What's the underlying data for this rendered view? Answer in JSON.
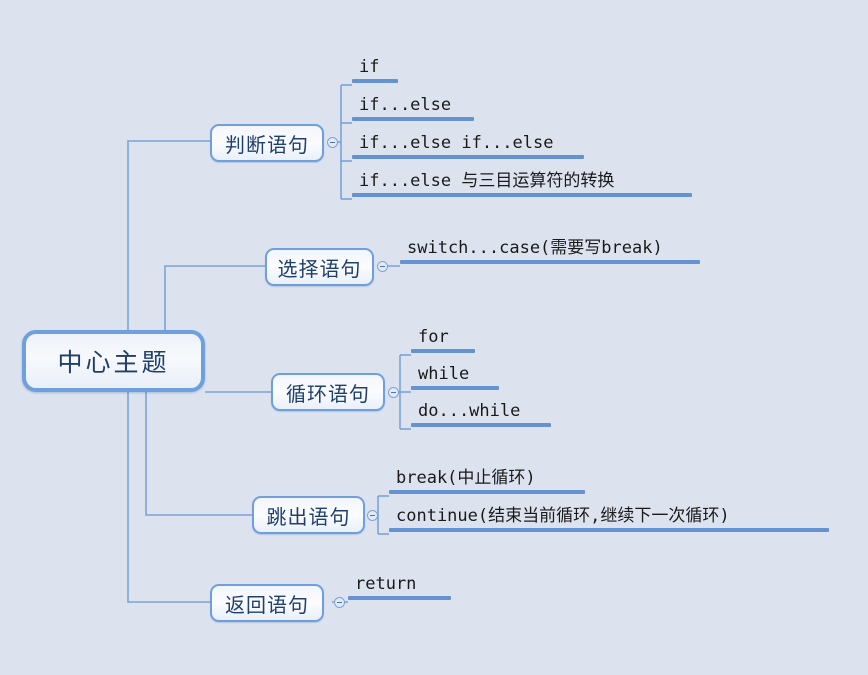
{
  "diagram": {
    "type": "mind-map",
    "title": "中心主题",
    "background_color": "#dce3ef",
    "accent_color": "#6f9fdd",
    "underline_color": "#6593d1",
    "text_color": "#1f3f6e",
    "central": {
      "label": "中心主题"
    },
    "branches": [
      {
        "id": "judgement",
        "label": "判断语句",
        "toggle": "collapse-toggle",
        "leaves": [
          {
            "label": "if",
            "underline_width": 46
          },
          {
            "label": "if...else",
            "underline_width": 122
          },
          {
            "label": "if...else if...else",
            "underline_width": 232
          },
          {
            "label": "if...else 与三目运算符的转换",
            "underline_width": 340
          }
        ]
      },
      {
        "id": "selection",
        "label": "选择语句",
        "toggle": "collapse-toggle",
        "leaves": [
          {
            "label": "switch...case(需要写break)",
            "underline_width": 300
          }
        ]
      },
      {
        "id": "loop",
        "label": "循环语句",
        "toggle": "collapse-toggle",
        "leaves": [
          {
            "label": "for",
            "underline_width": 64
          },
          {
            "label": "while",
            "underline_width": 88
          },
          {
            "label": "do...while",
            "underline_width": 140
          }
        ]
      },
      {
        "id": "jump",
        "label": "跳出语句",
        "toggle": "collapse-toggle",
        "leaves": [
          {
            "label": "break(中止循环)",
            "underline_width": 196
          },
          {
            "label": "continue(结束当前循环,继续下一次循环)",
            "underline_width": 440
          }
        ]
      },
      {
        "id": "return",
        "label": "返回语句",
        "toggle": "collapse-toggle",
        "leaves": [
          {
            "label": "return",
            "underline_width": 103
          }
        ]
      }
    ]
  }
}
